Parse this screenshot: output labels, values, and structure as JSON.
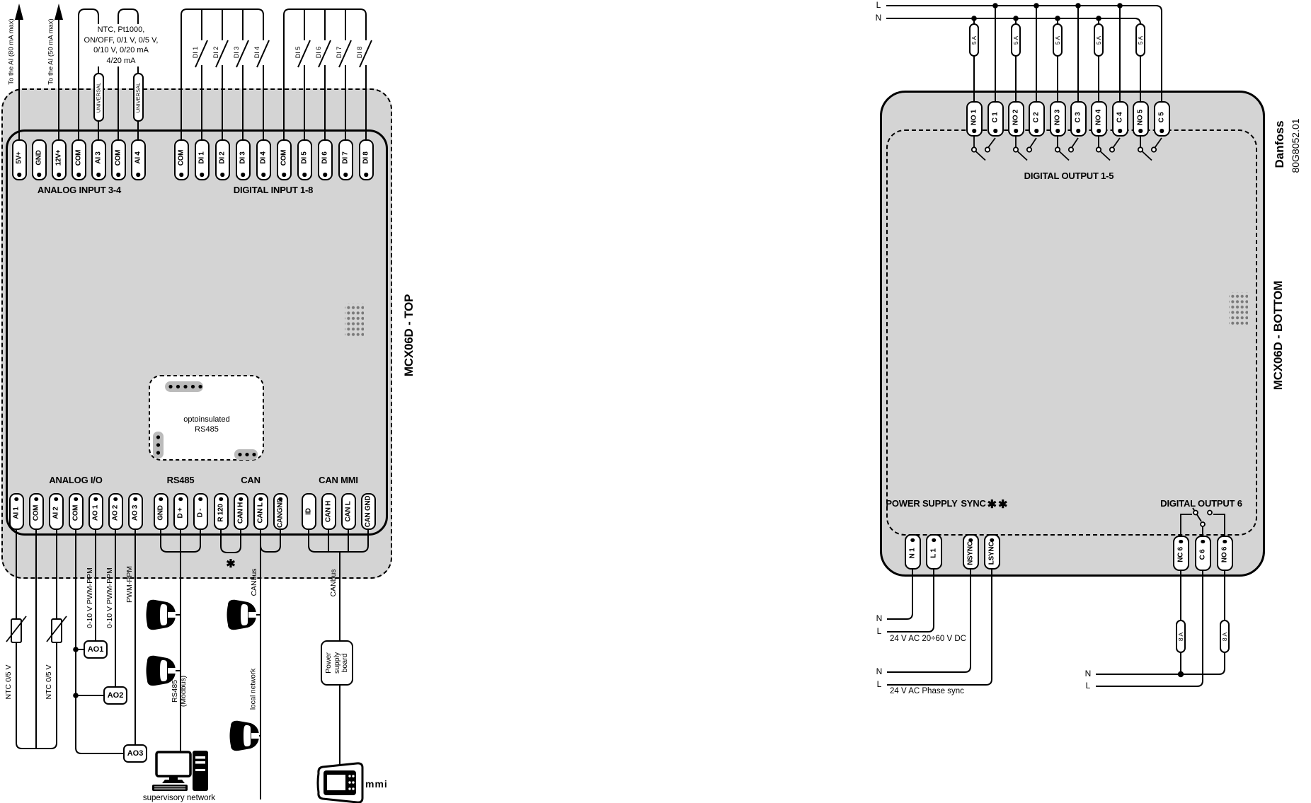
{
  "colors": {
    "unit_fill": "#d4d4d4",
    "line": "#000000"
  },
  "left_unit": {
    "title": "MCX06D - TOP",
    "top": {
      "arrow_labels": [
        "To the AI (80 mA max)",
        "To the AI (50 mA max)"
      ],
      "sensor_types": [
        "NTC, Pt1000,",
        "ON/OFF, 0/1 V, 0/5 V,",
        "0/10 V, 0/20 mA",
        "4/20 mA"
      ],
      "universal": "UNIVERSAL",
      "di_wires": [
        "DI 1",
        "DI 2",
        "DI 3",
        "DI 4",
        "DI 5",
        "DI 6",
        "DI 7",
        "DI 8"
      ],
      "terminals": [
        "5V+",
        "GND",
        "12V+",
        "COM",
        "AI 3",
        "COM",
        "AI 4",
        "COM",
        "DI 1",
        "DI 2",
        "DI 3",
        "DI 4",
        "COM",
        "DI 5",
        "DI 6",
        "DI 7",
        "DI 8"
      ],
      "sections": [
        "ANALOG INPUT 3-4",
        "DIGITAL INPUT 1-8"
      ]
    },
    "middle": {
      "opto_line1": "optoinsulated",
      "opto_line2": "RS485"
    },
    "bottom": {
      "sections": [
        "ANALOG I/O",
        "RS485",
        "CAN",
        "CAN MMI"
      ],
      "terminals": [
        "AI 1",
        "COM",
        "AI 2",
        "COM",
        "AO 1",
        "AO 2",
        "AO 3",
        "GND",
        "D +",
        "D -",
        "R 120",
        "CAN H",
        "CAN L",
        "CANGND",
        "ID",
        "CAN H",
        "CAN L",
        "CAN GND"
      ],
      "asterisk": "✱"
    },
    "external": {
      "ntc_label": "NTC 0/5 V",
      "ao_wire_labels": [
        "0-10 V PWM-PPM",
        "0-10 V PWM-PPM",
        "PWM-PPM"
      ],
      "ao_boxes": [
        "AO1",
        "AO2",
        "AO3"
      ],
      "rs485_line1": "RS485",
      "rs485_line2": "(Modbus)",
      "canbus": "CANbus",
      "local_network": "local network",
      "supervisory": "supervisory network",
      "power_board": [
        "Power",
        "supply",
        "board"
      ],
      "mmi": "mmi"
    }
  },
  "right_unit": {
    "title": "MCX06D - BOTTOM",
    "brand": "Danfoss",
    "doc_number": "80G8052.01",
    "top": {
      "l_label": "L",
      "n_label": "N",
      "fuse": "5 A",
      "terminals": [
        "NO 1",
        "C 1",
        "NO 2",
        "C 2",
        "NO 3",
        "C 3",
        "NO 4",
        "C 4",
        "NO 5",
        "C 5"
      ],
      "section": "DIGITAL OUTPUT 1-5"
    },
    "bottom": {
      "sections": [
        "POWER SUPPLY",
        "SYNC",
        "DIGITAL OUTPUT 6"
      ],
      "sync_asterisks": "✱✱",
      "terminals": [
        "N 1",
        "L 1",
        "NSYNC",
        "LSYNC",
        "NC 6",
        "C 6",
        "NO 6"
      ],
      "fuse": "8 A",
      "supply_label": "24 V AC 20÷60 V DC",
      "phase_sync_label": "24 V AC Phase sync",
      "n": "N",
      "l": "L"
    }
  }
}
